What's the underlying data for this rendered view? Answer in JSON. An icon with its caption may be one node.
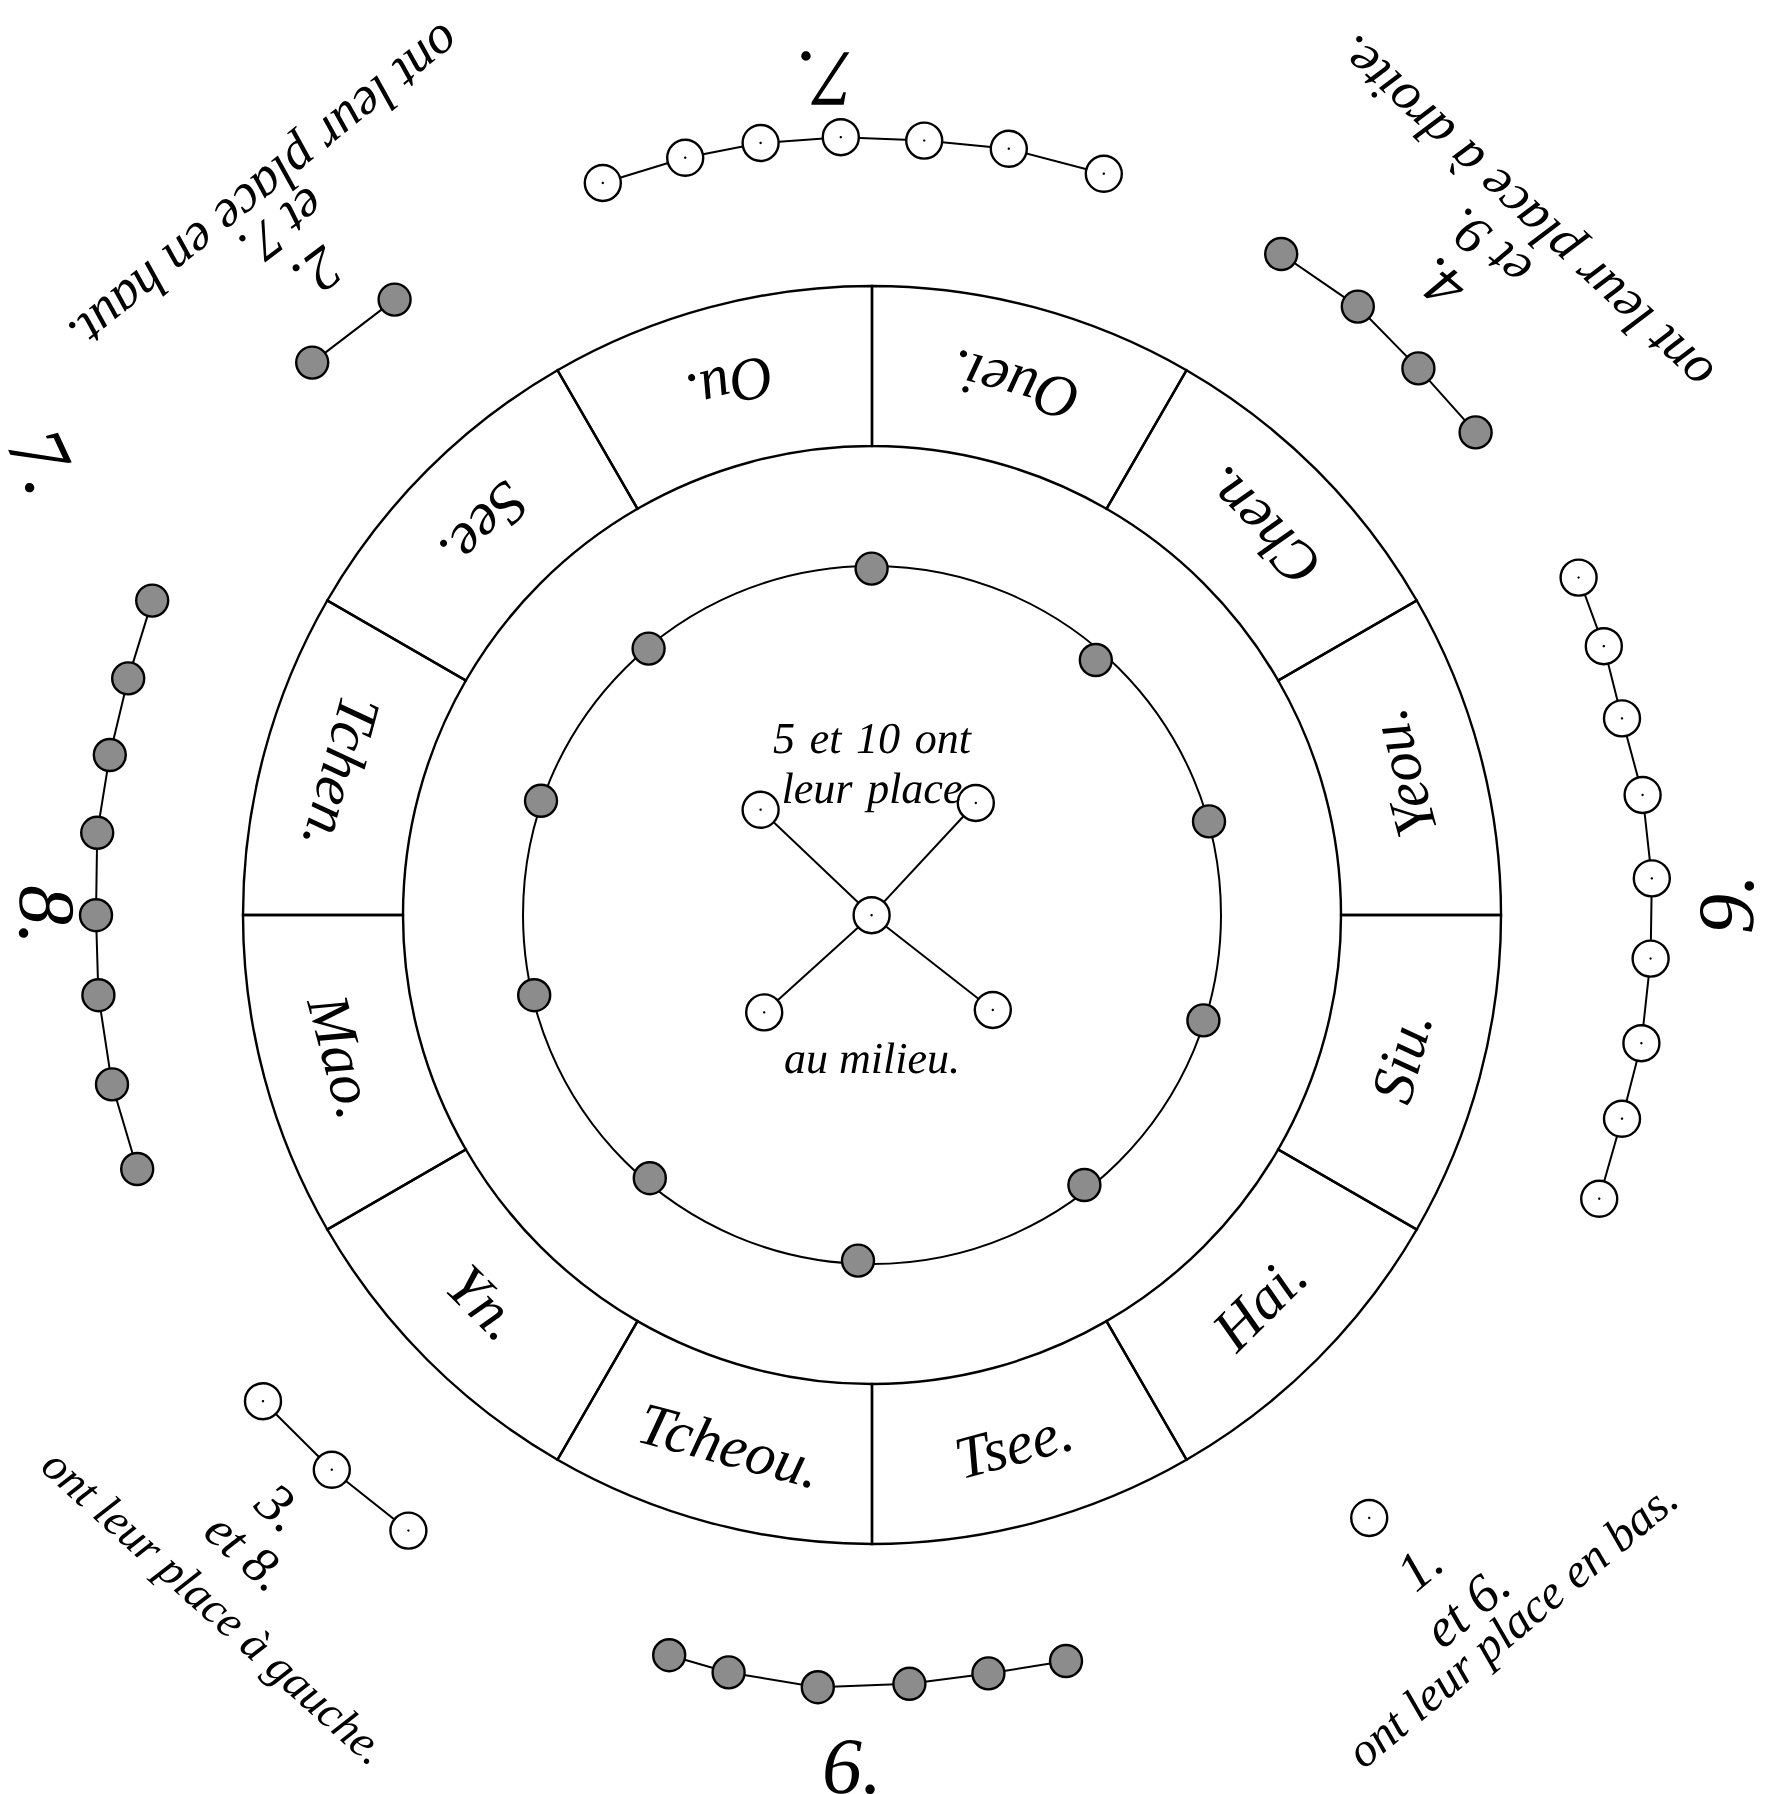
{
  "diagram": {
    "nodes": [
      {
        "text": [
          "Ou."
        ]
      },
      {
        "text": [
          "Ouei."
        ]
      },
      {
        "text": [
          "Chen."
        ]
      },
      {
        "text": [
          "Yeou."
        ]
      },
      {
        "text": [
          "Siu."
        ]
      },
      {
        "text": [
          "Hai."
        ]
      },
      {
        "text": [
          "Tsee."
        ]
      },
      {
        "text": [
          "Tcheou."
        ]
      },
      {
        "text": [
          "Yn."
        ]
      },
      {
        "text": [
          "Mao."
        ]
      },
      {
        "text": [
          "Tchen."
        ]
      },
      {
        "text": [
          "See."
        ]
      }
    ],
    "labels": [
      "7.",
      "2.",
      "et 7.",
      "ont leur place en haut.",
      "4.",
      "et 9.",
      "ont leur place à droite.",
      "7.",
      "8.",
      "9.",
      "3.",
      "et 8.",
      "ont leur place à gauche.",
      "1.",
      "et 6.",
      "ont leur place en bas.",
      "6.",
      "5 et 10 ont leur place",
      "au milieu."
    ]
  }
}
